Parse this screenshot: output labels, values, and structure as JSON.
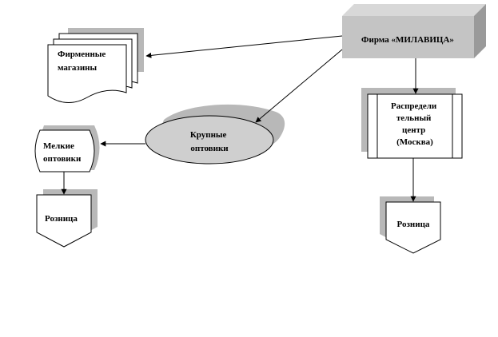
{
  "colors": {
    "shadow": "#b8b8b8",
    "box": "#ffffff",
    "cylinder_fill": "#c8c8c8",
    "line": "#000000"
  },
  "nodes": {
    "firm": {
      "label": "Фирма «МИЛАВИЦА»",
      "shape": "3d-box"
    },
    "brand_stores": {
      "label_lines": [
        "Фирменные",
        "магазины"
      ],
      "shape": "multi-document"
    },
    "distribution_center": {
      "label_lines": [
        "Распредели",
        "тельный",
        "центр",
        "(Москва)"
      ],
      "shape": "predefined-process"
    },
    "large_wholesale": {
      "label_lines": [
        "Крупные",
        "оптовики"
      ],
      "shape": "cylinder"
    },
    "small_wholesale": {
      "label_lines": [
        "Мелкие",
        "оптовики"
      ],
      "shape": "stored-data"
    },
    "retail_left": {
      "label": "Розница",
      "shape": "offpage-connector"
    },
    "retail_right": {
      "label": "Розница",
      "shape": "offpage-connector"
    }
  },
  "edges": [
    {
      "from": "firm",
      "to": "brand_stores"
    },
    {
      "from": "firm",
      "to": "large_wholesale"
    },
    {
      "from": "firm",
      "to": "distribution_center"
    },
    {
      "from": "large_wholesale",
      "to": "small_wholesale"
    },
    {
      "from": "small_wholesale",
      "to": "retail_left"
    },
    {
      "from": "distribution_center",
      "to": "retail_right"
    }
  ]
}
